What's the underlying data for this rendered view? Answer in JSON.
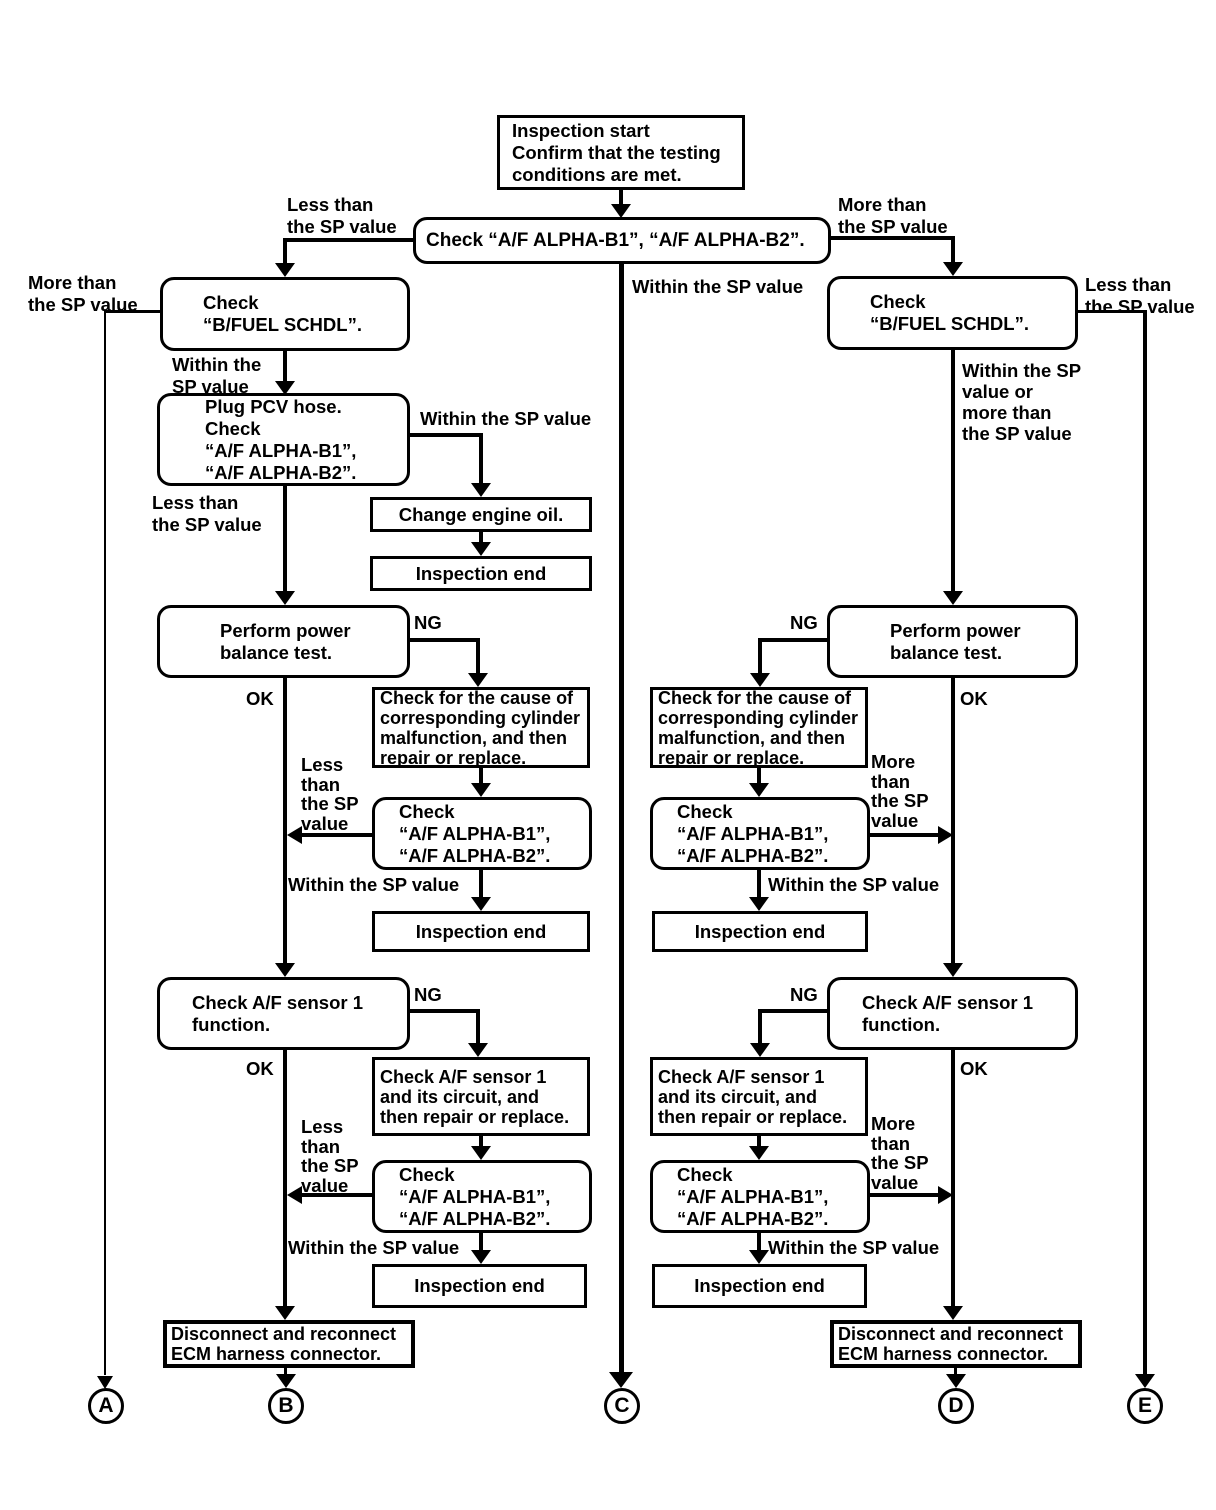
{
  "flowchart": {
    "nodes": {
      "inspection_start": "Inspection start\nConfirm that the testing\nconditions are met.",
      "check_alpha_top": "Check “A/F ALPHA-B1”, “A/F ALPHA-B2”.",
      "check_bfuel_left": "Check\n“B/FUEL SCHDL”.",
      "check_bfuel_right": "Check\n“B/FUEL SCHDL”.",
      "plug_pcv": "Plug PCV hose.\nCheck\n“A/F ALPHA-B1”,\n“A/F ALPHA-B2”.",
      "change_oil": "Change engine oil.",
      "inspection_end_oil": "Inspection end",
      "power_balance_left": "Perform power\nbalance test.",
      "power_balance_right": "Perform power\nbalance test.",
      "cylinder_cause_left": "Check for the cause of\ncorresponding cylinder\nmalfunction, and then\nrepair or replace.",
      "cylinder_cause_right": "Check for the cause of\ncorresponding cylinder\nmalfunction, and then\nrepair or replace.",
      "check_alpha_left_1": "Check\n“A/F ALPHA-B1”,\n“A/F ALPHA-B2”.",
      "check_alpha_right_1": "Check\n“A/F ALPHA-B1”,\n“A/F ALPHA-B2”.",
      "inspection_end_left_1": "Inspection end",
      "inspection_end_right_1": "Inspection end",
      "sensor_function_left": "Check A/F sensor 1\nfunction.",
      "sensor_function_right": "Check A/F sensor 1\nfunction.",
      "sensor_circuit_left": "Check A/F sensor 1\nand its circuit, and\nthen repair or replace.",
      "sensor_circuit_right": "Check A/F sensor 1\nand its circuit, and\nthen repair or replace.",
      "check_alpha_left_2": "Check\n“A/F ALPHA-B1”,\n“A/F ALPHA-B2”.",
      "check_alpha_right_2": "Check\n“A/F ALPHA-B1”,\n“A/F ALPHA-B2”.",
      "inspection_end_left_2": "Inspection end",
      "inspection_end_right_2": "Inspection end",
      "ecm_left": "Disconnect and reconnect\nECM harness connector.",
      "ecm_right": "Disconnect and reconnect\nECM harness connector."
    },
    "edge_labels": {
      "less_top": "Less than\nthe SP value",
      "more_top": "More than\nthe SP value",
      "more_far_left": "More than\nthe SP value",
      "less_far_right": "Less than\nthe SP value",
      "within_center": "Within the SP value",
      "within_left": "Within the\nSP value",
      "within_oil": "Within the SP value",
      "less_mid_left": "Less than\nthe SP value",
      "within_or_more_right": "Within the SP\nvalue or\nmore than\nthe SP value",
      "ng": "NG",
      "ok": "OK",
      "less_4line": "Less\nthan\nthe SP\nvalue",
      "more_4line": "More\nthan\nthe SP\nvalue",
      "within_sp": "Within the SP value"
    },
    "connectors": {
      "a": "A",
      "b": "B",
      "c": "C",
      "d": "D",
      "e": "E"
    }
  }
}
